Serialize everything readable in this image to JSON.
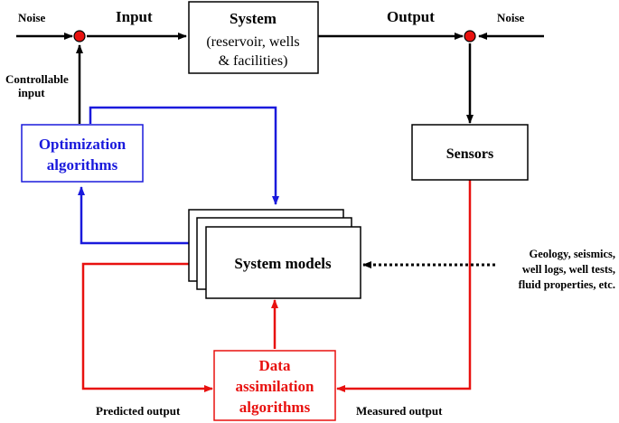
{
  "labels": {
    "noise_left": "Noise",
    "input": "Input",
    "output": "Output",
    "noise_right": "Noise",
    "controllable_line1": "Controllable",
    "controllable_line2": "input",
    "predicted_output": "Predicted output",
    "measured_output": "Measured output"
  },
  "boxes": {
    "system": {
      "line1": "System",
      "line2": "(reservoir, wells",
      "line3": "& facilities)"
    },
    "sensors": "Sensors",
    "optimization": {
      "line1": "Optimization",
      "line2": "algorithms"
    },
    "system_models": "System models",
    "data_assimilation": {
      "line1": "Data",
      "line2": "assimilation",
      "line3": "algorithms"
    }
  },
  "external_info": {
    "line1": "Geology, seismics,",
    "line2": "well logs, well tests,",
    "line3": "fluid properties, etc."
  },
  "colors": {
    "black": "#000000",
    "blue": "#1a1adc",
    "red": "#e8110f",
    "junction": "#e8110f"
  }
}
